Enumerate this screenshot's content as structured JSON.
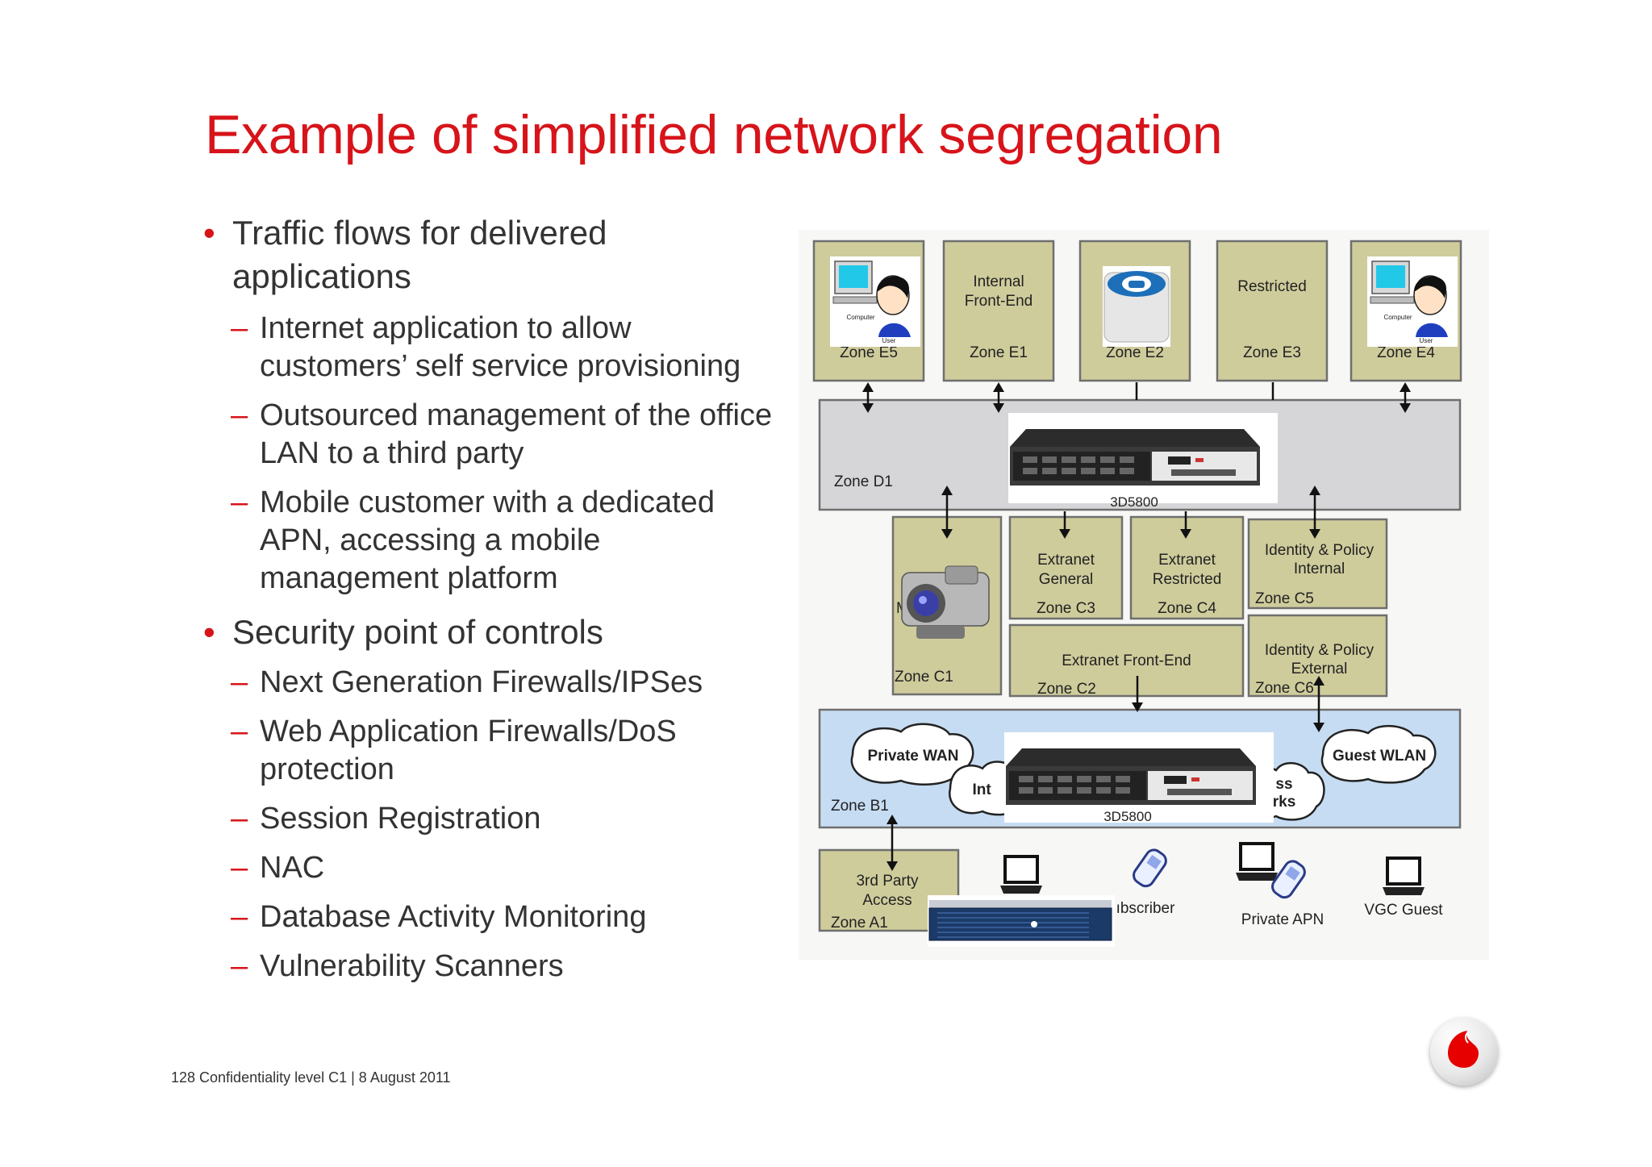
{
  "title": "Example of simplified network segregation",
  "bullets": [
    {
      "text": "Traffic flows for delivered applications",
      "subs": [
        "Internet application to allow customers’ self service provisioning",
        "Outsourced management of the office LAN to a third party",
        "Mobile customer with a dedicated APN, accessing a mobile management platform"
      ]
    },
    {
      "text": "Security point of controls",
      "subs": [
        "Next Generation Firewalls/IPSes",
        "Web Application Firewalls/DoS protection",
        "Session Registration",
        "NAC",
        "Database Activity Monitoring",
        "Vulnerability Scanners"
      ]
    }
  ],
  "footer": "128 Confidentiality level  C1 |   8 August 2011",
  "colors": {
    "title": "#d7141a",
    "zone_fill": "#cfcc9c",
    "zone_grey": "#d6d6d8",
    "zone_blue": "#c6dcf2"
  },
  "diagram": {
    "zone_e": [
      {
        "lines": [],
        "zone": "Zone E5",
        "icon": "computer-user-icon",
        "icon_caption": [
          "Computer",
          "User"
        ]
      },
      {
        "lines": [
          "Internal",
          "Front-End"
        ],
        "zone": "Zone E1"
      },
      {
        "lines": [],
        "zone": "Zone E2",
        "icon": "database-icon"
      },
      {
        "lines": [
          "Restricted"
        ],
        "zone": "Zone E3"
      },
      {
        "lines": [],
        "zone": "Zone E4",
        "icon": "computer-user-icon",
        "icon_caption": [
          "Computer",
          "User"
        ]
      }
    ],
    "zone_d1": "Zone D1",
    "appliance_label": "3D5800",
    "zone_c": [
      {
        "key": "c1",
        "lines": [
          "M"
        ],
        "zone": "Zone C1",
        "icon": "camcorder-icon"
      },
      {
        "key": "c3",
        "lines": [
          "Extranet",
          "General"
        ],
        "zone": "Zone C3"
      },
      {
        "key": "c4",
        "lines": [
          "Extranet",
          "Restricted"
        ],
        "zone": "Zone C4"
      },
      {
        "key": "c5",
        "lines": [
          "Identity & Policy",
          "Internal"
        ],
        "zone": "Zone C5"
      },
      {
        "key": "c2",
        "lines": [
          "Extranet Front-End"
        ],
        "zone": "Zone C2"
      },
      {
        "key": "c6",
        "lines": [
          "Identity & Policy",
          "External"
        ],
        "zone": "Zone C6"
      }
    ],
    "zone_b1": {
      "zone": "Zone B1",
      "clouds": [
        "Private WAN",
        "Int",
        "ss\nrks",
        "Guest WLAN"
      ]
    },
    "zone_a1": {
      "lines": [
        "3rd Party",
        "Access"
      ],
      "zone": "Zone A1"
    },
    "endpoints": [
      "ıbscriber",
      "Private APN",
      "VGC Guest"
    ]
  }
}
